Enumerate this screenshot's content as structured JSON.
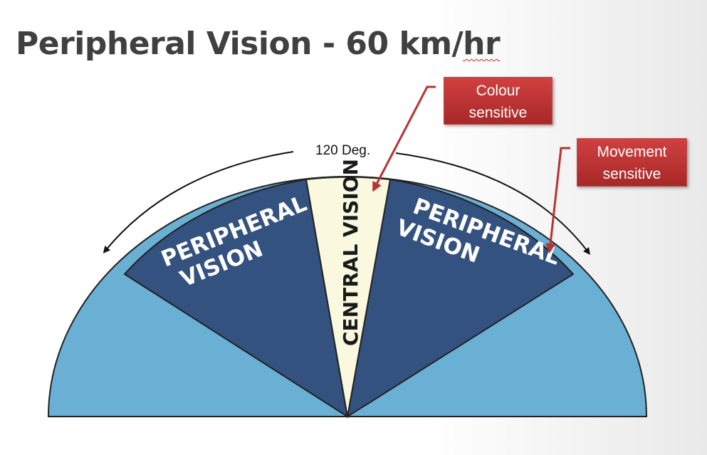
{
  "title": {
    "main": "Peripheral Vision - 60 km/",
    "suffix": "hr"
  },
  "diagram": {
    "angle_label": "120 Deg.",
    "left_label": [
      "PERIPHERAL",
      "VISION"
    ],
    "right_label": [
      "PERIPHERAL",
      "VISION"
    ],
    "central_label": "CENTRAL VISION",
    "colors": {
      "outer": "#6aafd4",
      "peripheral": "#34527f",
      "central": "#fbf8e0",
      "callout": "#c03636"
    }
  },
  "callouts": {
    "colour": [
      "Colour",
      "sensitive"
    ],
    "movement": [
      "Movement",
      "sensitive"
    ]
  }
}
